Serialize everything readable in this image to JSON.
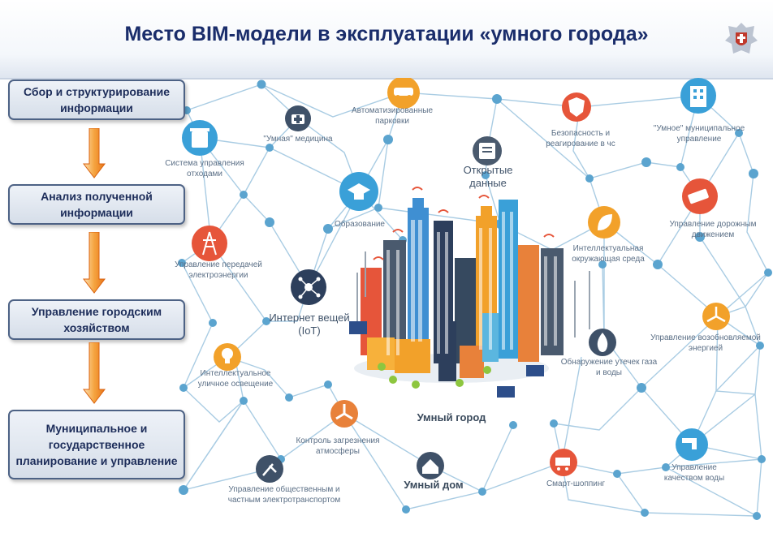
{
  "header": {
    "title": "Место BIM-модели в эксплуатации «умного города»"
  },
  "steps": [
    "Сбор и структурирование информации",
    "Анализ полученной информации",
    "Управление городским хозяйством",
    "Муниципальное и государственное планирование и управление"
  ],
  "nodes": {
    "parking": "Автоматизированные парковки",
    "medicine": "\"Умная\" медицина",
    "waste": "Система управления отходами",
    "open_data": "Открытые данные",
    "security": "Безопасность и реагирование в чс",
    "municipal": "\"Умное\" муниципальное управление",
    "education": "Образование",
    "traffic": "Управление дорожным движением",
    "power": "Управление передачей электроэнергии",
    "environment": "Интеллектуальная окружающая среда",
    "iot": "Интернет вещей (IoT)",
    "renewable": "Управление возобновляемой энергией",
    "leaks": "Обнаружение утечек газа и воды",
    "lighting": "Интеллектуальное уличное освещение",
    "smart_city": "Умный город",
    "air": "Контроль загрезнения атмосферы",
    "water": "Управление качеством воды",
    "transport": "Управление общественным и частным электротранспортом",
    "smart_home": "Умный дом",
    "shopping": "Смарт-шоппинг"
  },
  "colors": {
    "title": "#1a2d6b",
    "line": "#a9cce3",
    "dot": "#5ba4cf",
    "arrow": "#f08a1c"
  }
}
